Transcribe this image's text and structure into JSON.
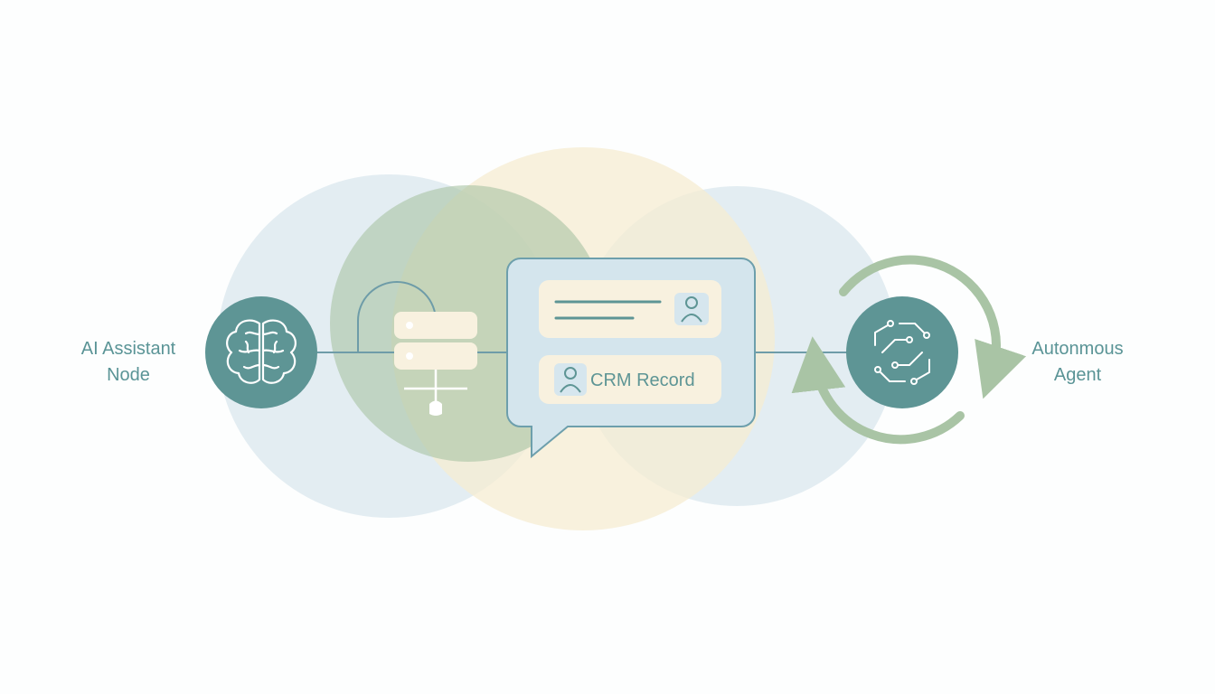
{
  "colors": {
    "teal": "#5e9595",
    "circle_blue": "#dce9ef",
    "circle_green": "#a8c3a4",
    "circle_yellow": "#f5ecd2",
    "bubble_fill": "#d4e5ed",
    "bubble_stroke": "#6d9fac",
    "card_fill": "#f8f1df",
    "server_fill": "#f8f1df",
    "cycle_arrow": "#a9c4a5",
    "connector": "#6e9ca8",
    "label_text": "#5a9496",
    "icon_line": "#ffffff"
  },
  "icons": {
    "left_node": "brain-icon",
    "server": "server-icon",
    "card_user": "user-icon",
    "right_node": "circuit-icon",
    "cycle": "refresh-cycle-icon"
  },
  "labels": {
    "left_node": "AI Assistant\nNode",
    "right_node": "Autonmous\nAgent"
  },
  "bubble": {
    "record_label": "CRM Record"
  }
}
